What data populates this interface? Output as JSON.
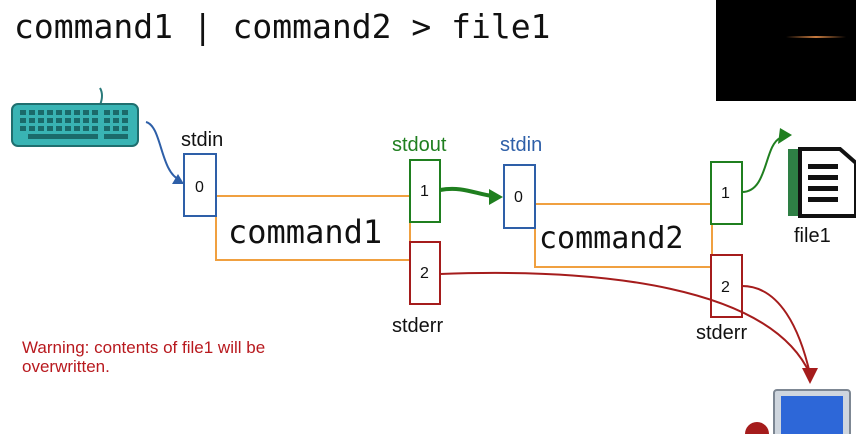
{
  "title": "command1 | command2 > file1",
  "labels": {
    "stdin_left": "stdin",
    "stdout": "stdout",
    "stdin_right": "stdin",
    "stderr_left": "stderr",
    "stderr_right": "stderr",
    "file": "file1",
    "command1": "command1",
    "command2": "command2"
  },
  "fds": {
    "c1_in": "0",
    "c1_out": "1",
    "c1_err": "2",
    "c2_in": "0",
    "c2_out": "1",
    "c2_err": "2"
  },
  "warning": "Warning: contents of file1 will be overwritten.",
  "colors": {
    "stdin": "#2e5fa8",
    "stdout": "#1f7f1f",
    "stderr": "#a51c1c",
    "command_box": "#f0a040",
    "warning": "#b8191e",
    "keyboard": "#3bb3b3",
    "monitor": "#2d67d8"
  },
  "icons": [
    "keyboard-icon",
    "document-icon",
    "monitor-icon"
  ]
}
